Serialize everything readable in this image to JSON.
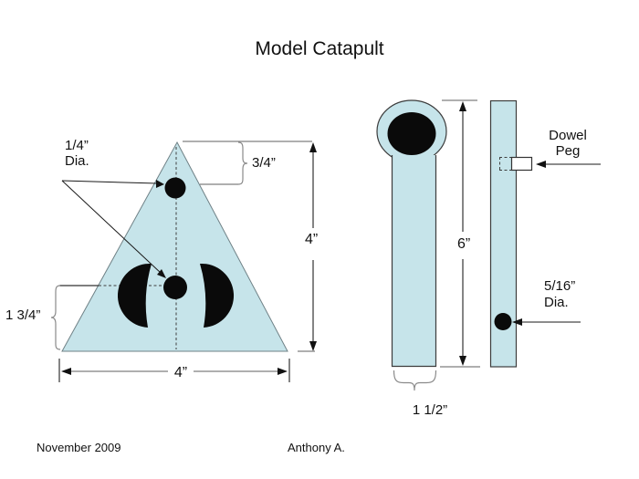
{
  "colors": {
    "panel_fill": "#c6e4ea",
    "hole": "#0a0a0a",
    "dim_gray": "#7f7f7f",
    "line_dark": "#3c3c3c"
  },
  "title": "Model Catapult",
  "base_plate": {
    "hole_diameter_label": [
      "1/4”",
      "Dia."
    ],
    "apex_hole_offset": "3/4”",
    "height": "4”",
    "width": "4”",
    "pivot_hole_height": "1 3/4”"
  },
  "arm": {
    "length": "6”",
    "width": "1 1/2”"
  },
  "upright": {
    "dowel_peg_label": [
      "Dowel",
      "Peg"
    ],
    "hole_diameter_label": [
      "5/16”",
      "Dia."
    ]
  },
  "footer": {
    "date": "November 2009",
    "author": "Anthony A."
  }
}
